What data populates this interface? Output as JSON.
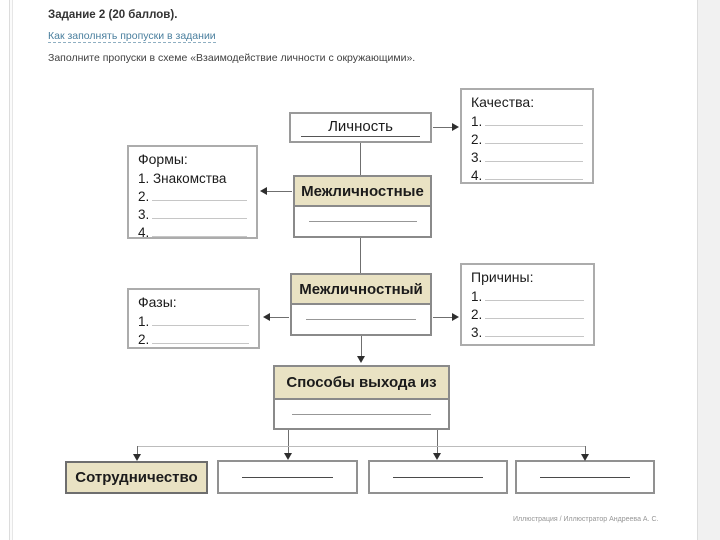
{
  "page": {
    "title": "Задание 2 (20 баллов).",
    "help_link": "Как заполнять пропуски в задании",
    "instruction": "Заполните пропуски в схеме «Взаимодействие личности с окружающими».",
    "caption": "Иллюстрация / Иллюстратор Андреева А. С."
  },
  "colors": {
    "accent_beige": "#e9e2c3",
    "link": "#4a7f9e",
    "box_border": "#8a8a8a",
    "connector": "#6f6f6f"
  },
  "diagram": {
    "lichnost": {
      "label": "Личность"
    },
    "kachestva": {
      "title": "Качества:",
      "items": [
        "1.",
        "2.",
        "3.",
        "4."
      ]
    },
    "formy": {
      "title": "Формы:",
      "items": [
        "1. Знакомства",
        "2.",
        "3.",
        "4."
      ]
    },
    "mezhlichnostnye": {
      "label": "Межличностные"
    },
    "mezhlichnostnyj": {
      "label": "Межличностный"
    },
    "fazy": {
      "title": "Фазы:",
      "items": [
        "1.",
        "2."
      ]
    },
    "prichiny": {
      "title": "Причины:",
      "items": [
        "1.",
        "2.",
        "3."
      ]
    },
    "sposoby": {
      "label": "Способы выхода из"
    },
    "sotrudnichestvo": {
      "label": "Сотрудничество"
    }
  }
}
